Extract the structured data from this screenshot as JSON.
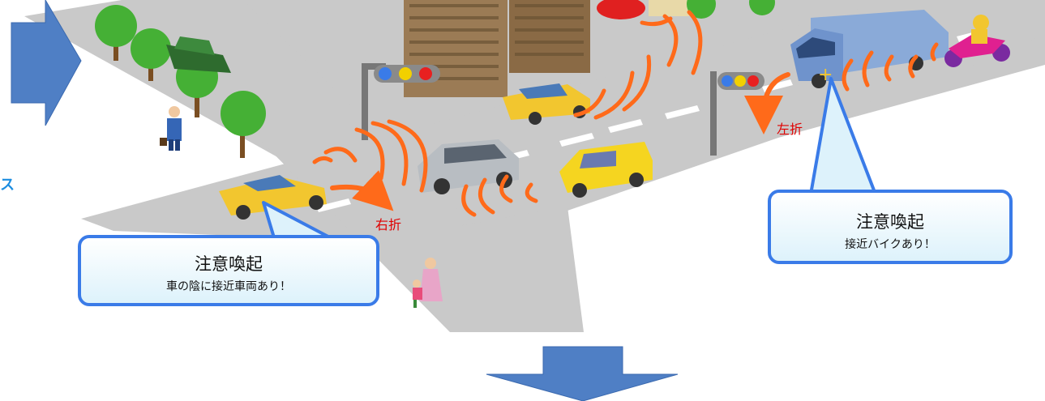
{
  "callouts": {
    "left": {
      "title": "注意喚起",
      "message": "車の陰に接近車両あり！"
    },
    "right": {
      "title": "注意喚起",
      "message": "接近バイクあり！"
    }
  },
  "turn_labels": {
    "right_turn": "右折",
    "left_turn": "左折"
  },
  "edge_text": "ス",
  "colors": {
    "arrow_blue": "#4f7fc5",
    "callout_border": "#3a7be8",
    "callout_fill": "#ddf2fb",
    "road": "#c9c9c9",
    "wave_orange": "#ff6a1a",
    "label_red": "#e00000",
    "taxi": "#f2c62f",
    "tree": "#45b035"
  },
  "icons": {
    "traffic_light": "traffic-light-icon",
    "taxi": "taxi-icon",
    "truck": "truck-icon",
    "motorcycle": "motorcycle-icon",
    "minivan": "minivan-icon",
    "van": "van-icon",
    "pedestrian": "pedestrian-icon",
    "buildings": "building-icon",
    "tree": "tree-icon"
  }
}
